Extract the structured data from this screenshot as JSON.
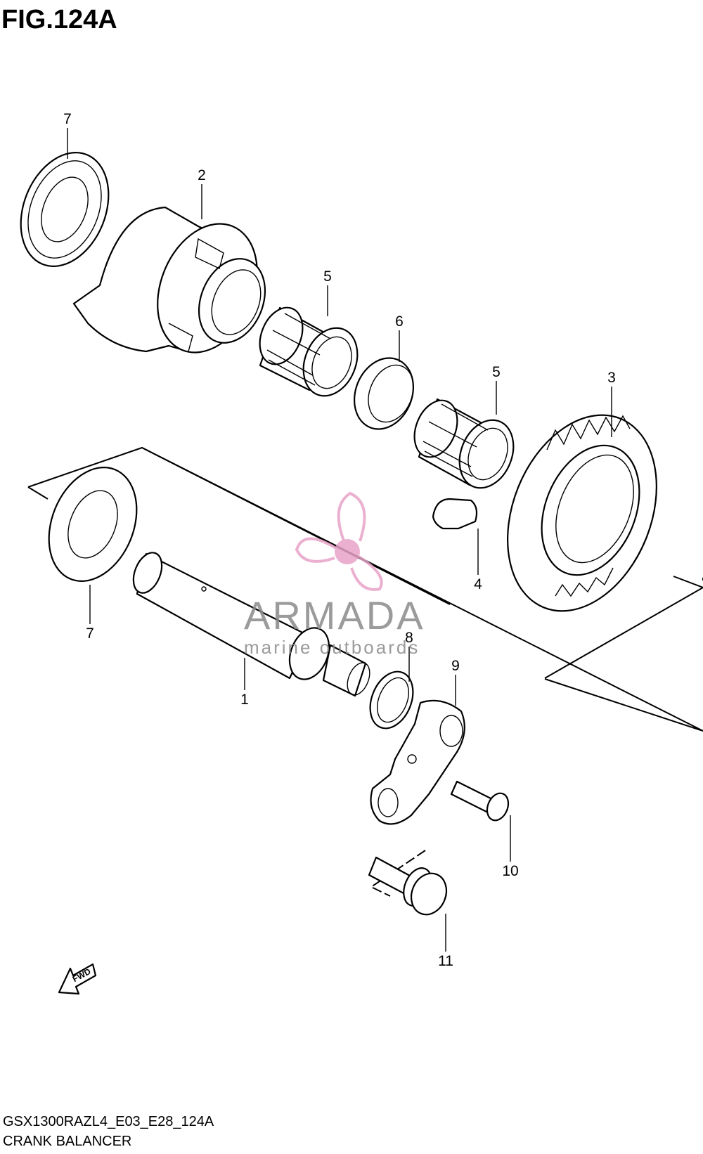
{
  "figure": {
    "title": "FIG.124A",
    "code": "GSX1300RAZL4_E03_E28_124A",
    "name": "CRANK BALANCER"
  },
  "callouts": {
    "p1": "1",
    "p2": "2",
    "p3": "3",
    "p4": "4",
    "p5a": "5",
    "p5b": "5",
    "p6": "6",
    "p7a": "7",
    "p7b": "7",
    "p8": "8",
    "p9": "9",
    "p10": "10",
    "p11": "11"
  },
  "direction_label": "FWD",
  "watermark": {
    "brand": "ARMADA",
    "tagline": "marine outboards",
    "color": "#e8a3c8"
  }
}
